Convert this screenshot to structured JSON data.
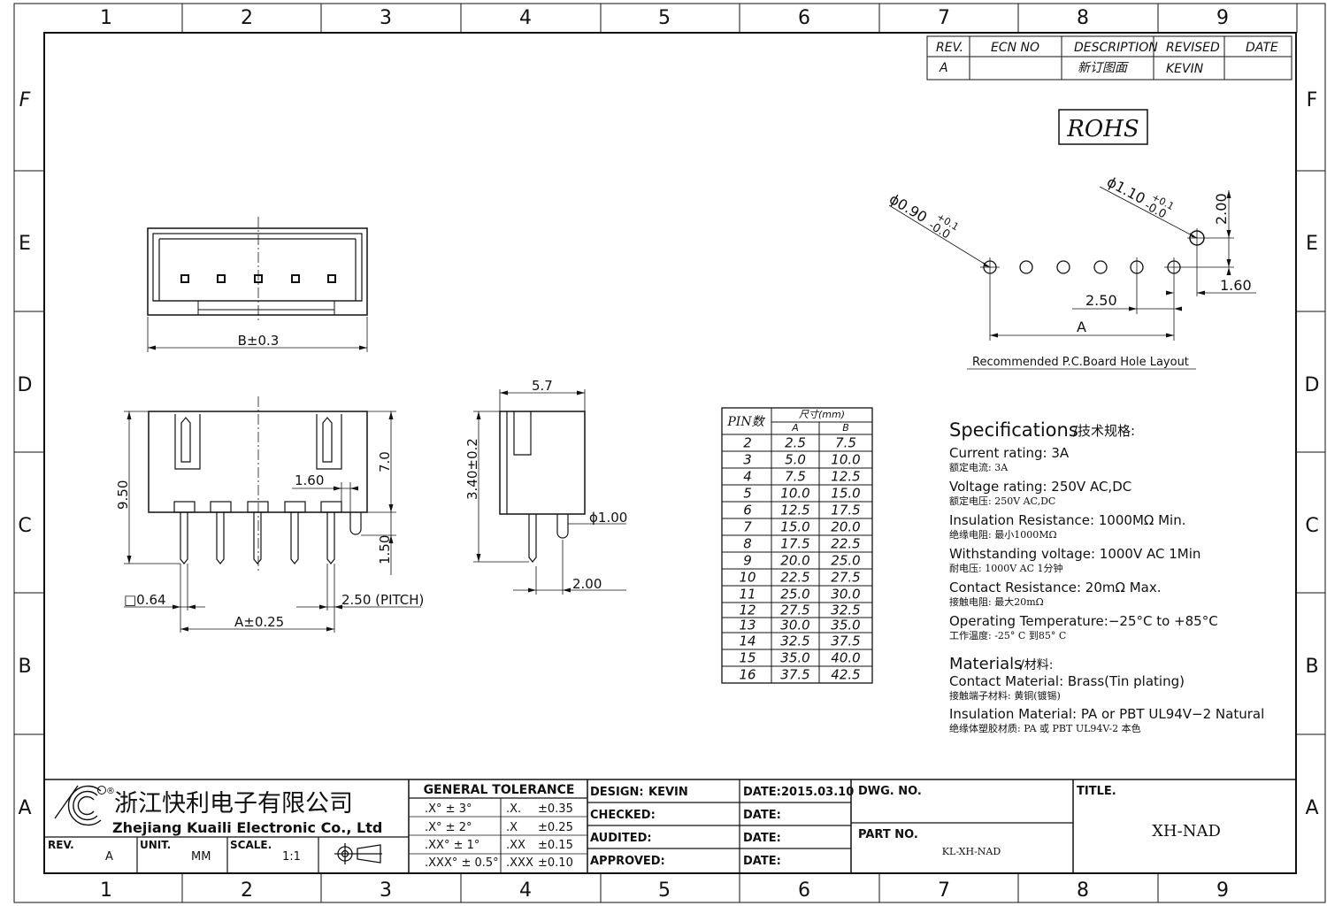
{
  "border": {
    "columns": [
      "1",
      "2",
      "3",
      "4",
      "5",
      "6",
      "7",
      "8",
      "9"
    ],
    "rows": [
      "F",
      "E",
      "D",
      "C",
      "B",
      "A"
    ]
  },
  "revision_table": {
    "headers": [
      "REV.",
      "ECN NO",
      "DESCRIPTION",
      "REVISED",
      "DATE"
    ],
    "row": [
      "A",
      "",
      "新订图面",
      "KEVIN",
      ""
    ]
  },
  "rohs": "ROHS",
  "top_view": {
    "dim_b": "B±0.3"
  },
  "front_view": {
    "dim_950": "9.50",
    "dim_160": "1.60",
    "dim_70": "7.0",
    "dim_150": "1.50",
    "dim_064": "□0.64",
    "dim_pitch": "2.50 (PITCH)",
    "dim_a": "A±0.25"
  },
  "side_view": {
    "dim_57": "5.7",
    "dim_340": "3.40±0.2",
    "dim_100": "ϕ1.00",
    "dim_200": "2.00"
  },
  "pcb_layout": {
    "hole_small": "ϕ0.90",
    "hole_small_tol_plus": "+0.1",
    "hole_small_tol_minus": "-0.0",
    "hole_big": "ϕ1.10",
    "hole_big_tol_plus": "+0.1",
    "hole_big_tol_minus": "-0.0",
    "dim_200": "2.00",
    "dim_160": "1.60",
    "dim_250": "2.50",
    "dim_a": "A",
    "caption": "Recommended  P.C.Board Hole  Layout"
  },
  "pin_table": {
    "header_pin": "PIN数",
    "header_size": "尺寸(mm)",
    "col_a": "A",
    "col_b": "B",
    "rows": [
      [
        "2",
        "2.5",
        "7.5"
      ],
      [
        "3",
        "5.0",
        "10.0"
      ],
      [
        "4",
        "7.5",
        "12.5"
      ],
      [
        "5",
        "10.0",
        "15.0"
      ],
      [
        "6",
        "12.5",
        "17.5"
      ],
      [
        "7",
        "15.0",
        "20.0"
      ],
      [
        "8",
        "17.5",
        "22.5"
      ],
      [
        "9",
        "20.0",
        "25.0"
      ],
      [
        "10",
        "22.5",
        "27.5"
      ],
      [
        "11",
        "25.0",
        "30.0"
      ],
      [
        "12",
        "27.5",
        "32.5"
      ],
      [
        "13",
        "30.0",
        "35.0"
      ],
      [
        "14",
        "32.5",
        "37.5"
      ],
      [
        "15",
        "35.0",
        "40.0"
      ],
      [
        "16",
        "37.5",
        "42.5"
      ]
    ]
  },
  "specifications": {
    "title_en": "Specifications",
    "title_cn": "/技术规格:",
    "items": [
      {
        "en": "Current  rating:  3A",
        "cn": "额定电流: 3A"
      },
      {
        "en": "Voltage  rating:  250V  AC,DC",
        "cn": "额定电压: 250V AC,DC"
      },
      {
        "en": "Insulation  Resistance:  1000MΩ  Min.",
        "cn": "绝缘电阻: 最小1000MΩ"
      },
      {
        "en": "Withstanding  voltage:    1000V  AC    1Min",
        "cn": "耐电压: 1000V AC  1分钟"
      },
      {
        "en": "Contact  Resistance:    20mΩ  Max.",
        "cn": "接触电阻: 最大20mΩ"
      },
      {
        "en": "Operating  Temperature:−25°C  to  +85°C",
        "cn": "工作温度: -25° C 到85° C"
      }
    ],
    "materials_en": "Materials",
    "materials_cn": "/材料:",
    "materials": [
      {
        "en": "Contact  Material:  Brass(Tin  plating)",
        "cn": "接触端子材料: 黄铜(镀锡)"
      },
      {
        "en": "Insulation  Material:  PA  or  PBT  UL94V−2  Natural",
        "cn": "绝缘体塑胶材质: PA 或 PBT  UL94V-2 本色"
      }
    ]
  },
  "title_block": {
    "company_cn": "浙江快利电子有限公司",
    "company_en": "Zhejiang  Kuaili  Electronic  Co.,  Ltd",
    "rev_label": "REV.",
    "rev_value": "A",
    "unit_label": "UNIT.",
    "unit_value": "MM",
    "scale_label": "SCALE.",
    "scale_value": "1:1",
    "tolerance_title": "GENERAL  TOLERANCE",
    "angle_tol": [
      ".X°  ±  3°",
      ".X°  ±  2°",
      ".XX°  ±  1°",
      ".XXX°  ±  0.5°"
    ],
    "linear_tol": [
      {
        "k": ".X.",
        "v": "±0.35"
      },
      {
        "k": ".X",
        "v": "±0.25"
      },
      {
        "k": ".XX",
        "v": "±0.15"
      },
      {
        "k": ".XXX",
        "v": "±0.10"
      }
    ],
    "design_label": "DESIGN:",
    "design_value": "KEVIN",
    "checked_label": "CHECKED:",
    "audited_label": "AUDITED:",
    "approved_label": "APPROVED:",
    "date_label": "DATE:",
    "date_value": "2015.03.10",
    "dwg_label": "DWG.  NO.",
    "part_label": "PART  NO.",
    "part_value": "KL-XH-NAD",
    "title_label": "TITLE.",
    "title_value": "XH-NAD"
  }
}
